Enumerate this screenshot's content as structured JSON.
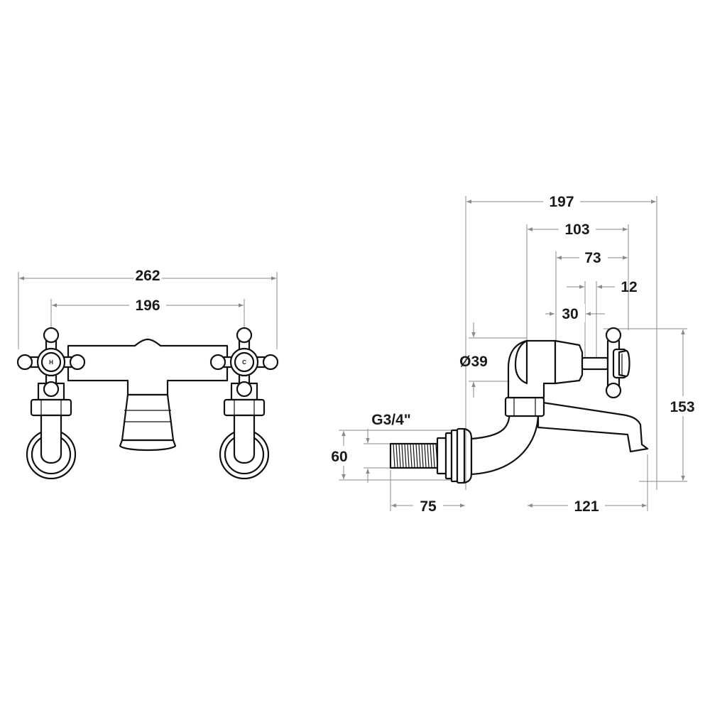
{
  "front_view": {
    "dimensions": {
      "overall_width": "262",
      "handle_centres": "196"
    },
    "handle_marks": {
      "hot": "H",
      "cold": "C"
    }
  },
  "side_view": {
    "dimensions": {
      "overall_depth": "197",
      "body_to_handle_tip": "103",
      "body_to_handle_face": "73",
      "handle_stem_gap": "12",
      "collar_offset": "30",
      "body_diameter": "Ø39",
      "inlet_thread": "G3/4\"",
      "height": "153",
      "inlet_height": "60",
      "tail_length": "75",
      "spout_reach": "121"
    }
  },
  "colors": {
    "outline": "#111111",
    "dimension_line": "#8a8a8a",
    "label": "#1a1a1a",
    "background": "#ffffff"
  }
}
